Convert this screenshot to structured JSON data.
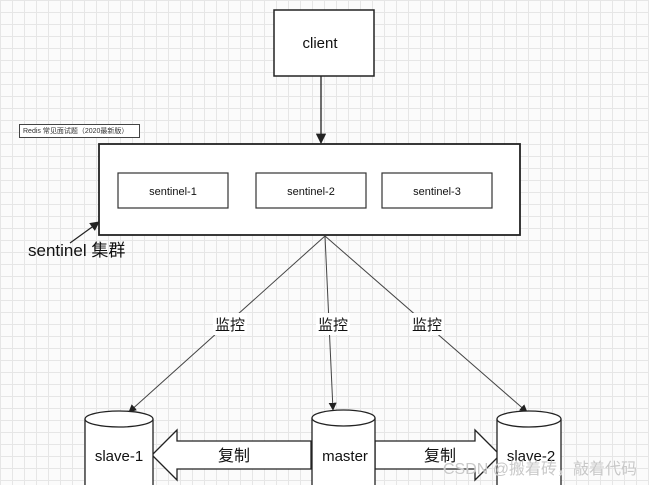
{
  "diagram": {
    "client": "client",
    "sentinels": [
      "sentinel-1",
      "sentinel-2",
      "sentinel-3"
    ],
    "tag": "Redis 常见面试题（2020最新版）",
    "cluster_label": "sentinel 集群",
    "monitor_labels": [
      "监控",
      "监控",
      "监控"
    ],
    "nodes": {
      "slave1": "slave-1",
      "master": "master",
      "slave2": "slave-2"
    },
    "replicate_labels": [
      "复制",
      "复制"
    ]
  },
  "watermark": "CSDN @搬着砖，敲着代码"
}
